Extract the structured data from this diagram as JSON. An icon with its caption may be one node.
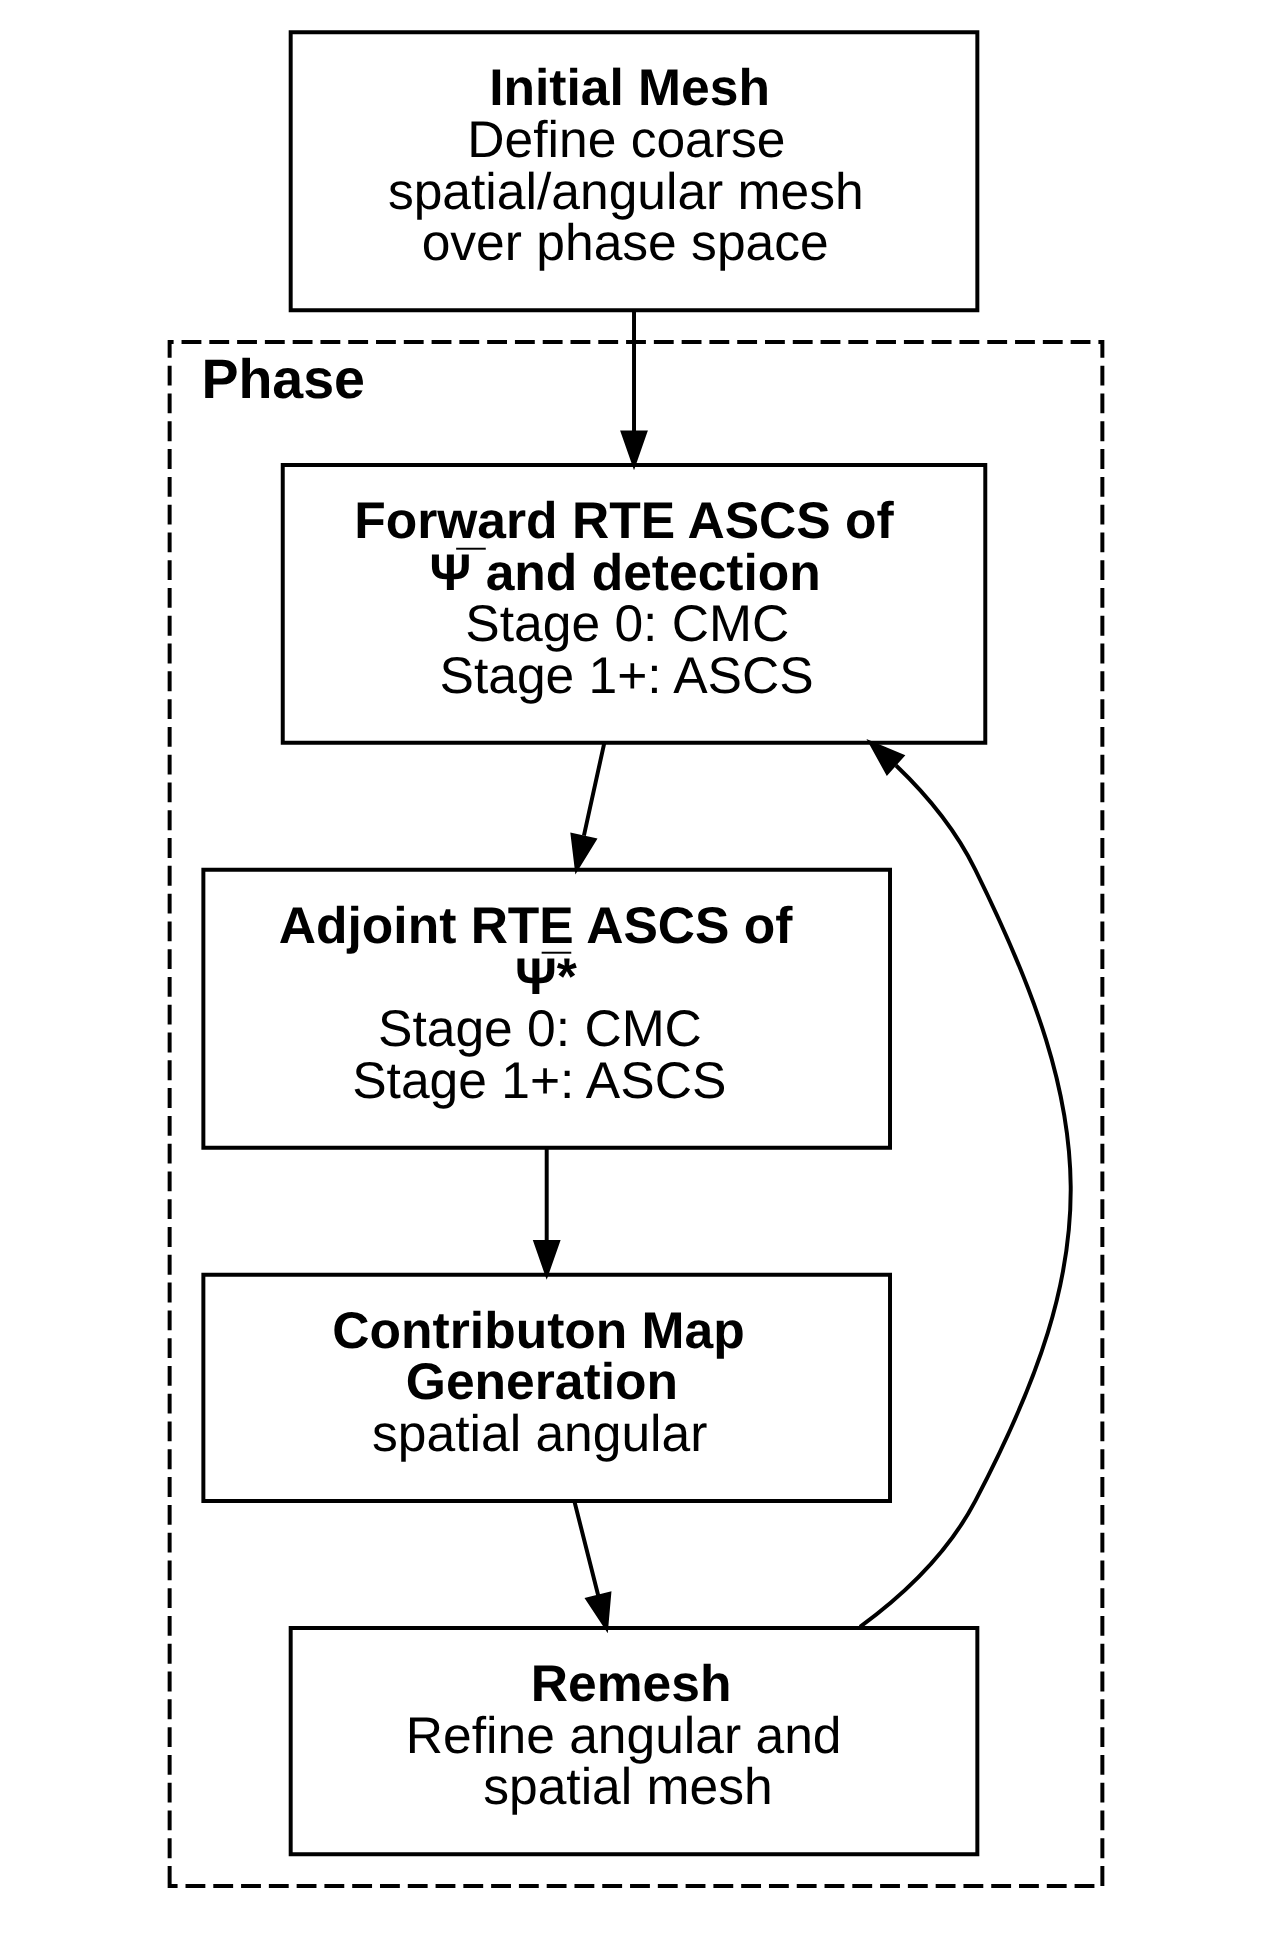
{
  "diagram": {
    "nodes": [
      {
        "text": [
          "Initial Mesh",
          "Define coarse spatial/angular mesh over phase space"
        ]
      },
      {
        "text": [
          "Phase"
        ]
      },
      {
        "text": [
          "Forward RTE ASCS of Ψ̅ and detection",
          "Stage 0: CMC",
          "Stage 1+: ASCS"
        ],
        "in": 1
      },
      {
        "text": [
          "Adjoint RTE ASCS of Ψ̅*",
          "Stage 0: CMC",
          "Stage 1+: ASCS"
        ],
        "in": 1
      },
      {
        "text": [
          "Contributon Map Generation",
          "spatial angular"
        ],
        "in": 1
      },
      {
        "text": [
          "Remesh",
          "Refine angular and spatial mesh"
        ],
        "in": 1
      }
    ],
    "edges": [
      {
        "from": 0,
        "to": 2,
        "arrow": "to"
      },
      {
        "from": 2,
        "to": 3,
        "arrow": "to"
      },
      {
        "from": 3,
        "to": 4,
        "arrow": "to"
      },
      {
        "from": 4,
        "to": 5,
        "arrow": "to"
      },
      {
        "from": 5,
        "to": 2,
        "arrow": "to"
      }
    ]
  }
}
